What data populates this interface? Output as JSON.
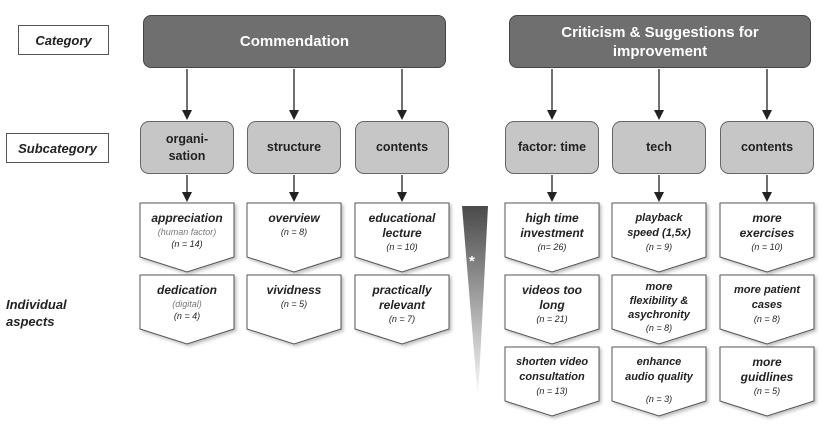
{
  "labels": {
    "category": "Category",
    "subcategory": "Subcategory",
    "individual_line1": "Individual",
    "individual_line2": "aspects",
    "star": "*"
  },
  "categories": {
    "commendation": {
      "line1": "Commendation",
      "line2": ""
    },
    "criticism": {
      "line1": "Criticism & Suggestions for",
      "line2": "improvement"
    }
  },
  "subcategories": {
    "organisation": {
      "line1": "organi-",
      "line2": "sation"
    },
    "structure": {
      "line1": "structure",
      "line2": ""
    },
    "contents_commendation": {
      "line1": "contents",
      "line2": ""
    },
    "factor_time": {
      "line1": "factor: time",
      "line2": ""
    },
    "tech": {
      "line1": "tech",
      "line2": ""
    },
    "contents_criticism": {
      "line1": "contents",
      "line2": ""
    }
  },
  "aspects": {
    "appreciation": {
      "t1": "appreciation",
      "t2": "",
      "sub": "(human factor)",
      "n": "(n = 14)"
    },
    "overview": {
      "t1": "overview",
      "t2": "",
      "sub": "",
      "n": "(n = 8)"
    },
    "educational_lecture": {
      "t1": "educational",
      "t2": "lecture",
      "sub": "",
      "n": "(n = 10)"
    },
    "dedication": {
      "t1": "dedication",
      "t2": "",
      "sub": "(digital)",
      "n": "(n = 4)"
    },
    "vividness": {
      "t1": "vividness",
      "t2": "",
      "sub": "",
      "n": "(n = 5)"
    },
    "practically_relevant": {
      "t1": "practically",
      "t2": "relevant",
      "sub": "",
      "n": "(n = 7)"
    },
    "high_time_investment": {
      "t1": "high time",
      "t2": "investment",
      "sub": "",
      "n": "(n= 26)"
    },
    "playback_speed": {
      "t1": "playback",
      "t2": "speed (1,5x)",
      "sub": "",
      "n": "(n = 9)"
    },
    "more_exercises": {
      "t1": "more",
      "t2": "exercises",
      "sub": "",
      "n": "(n = 10)"
    },
    "videos_too_long": {
      "t1": "videos too",
      "t2": "long",
      "sub": "",
      "n": "(n = 21)"
    },
    "more_flexibility": {
      "t1": "more",
      "t2": "flexibility &",
      "t3": "asychronity",
      "n": "(n = 8)"
    },
    "more_patient_cases": {
      "t1": "more patient",
      "t2": "cases",
      "sub": "",
      "n": "(n = 8)"
    },
    "shorten_video": {
      "t1": "shorten video",
      "t2": "consultation",
      "sub": "",
      "n": "(n = 13)"
    },
    "enhance_audio": {
      "t1": "enhance",
      "t2": "audio quality",
      "sub": "",
      "n": "(n = 3)"
    },
    "more_guidlines": {
      "t1": "more",
      "t2": "guidlines",
      "sub": "",
      "n": "(n = 5)"
    }
  }
}
